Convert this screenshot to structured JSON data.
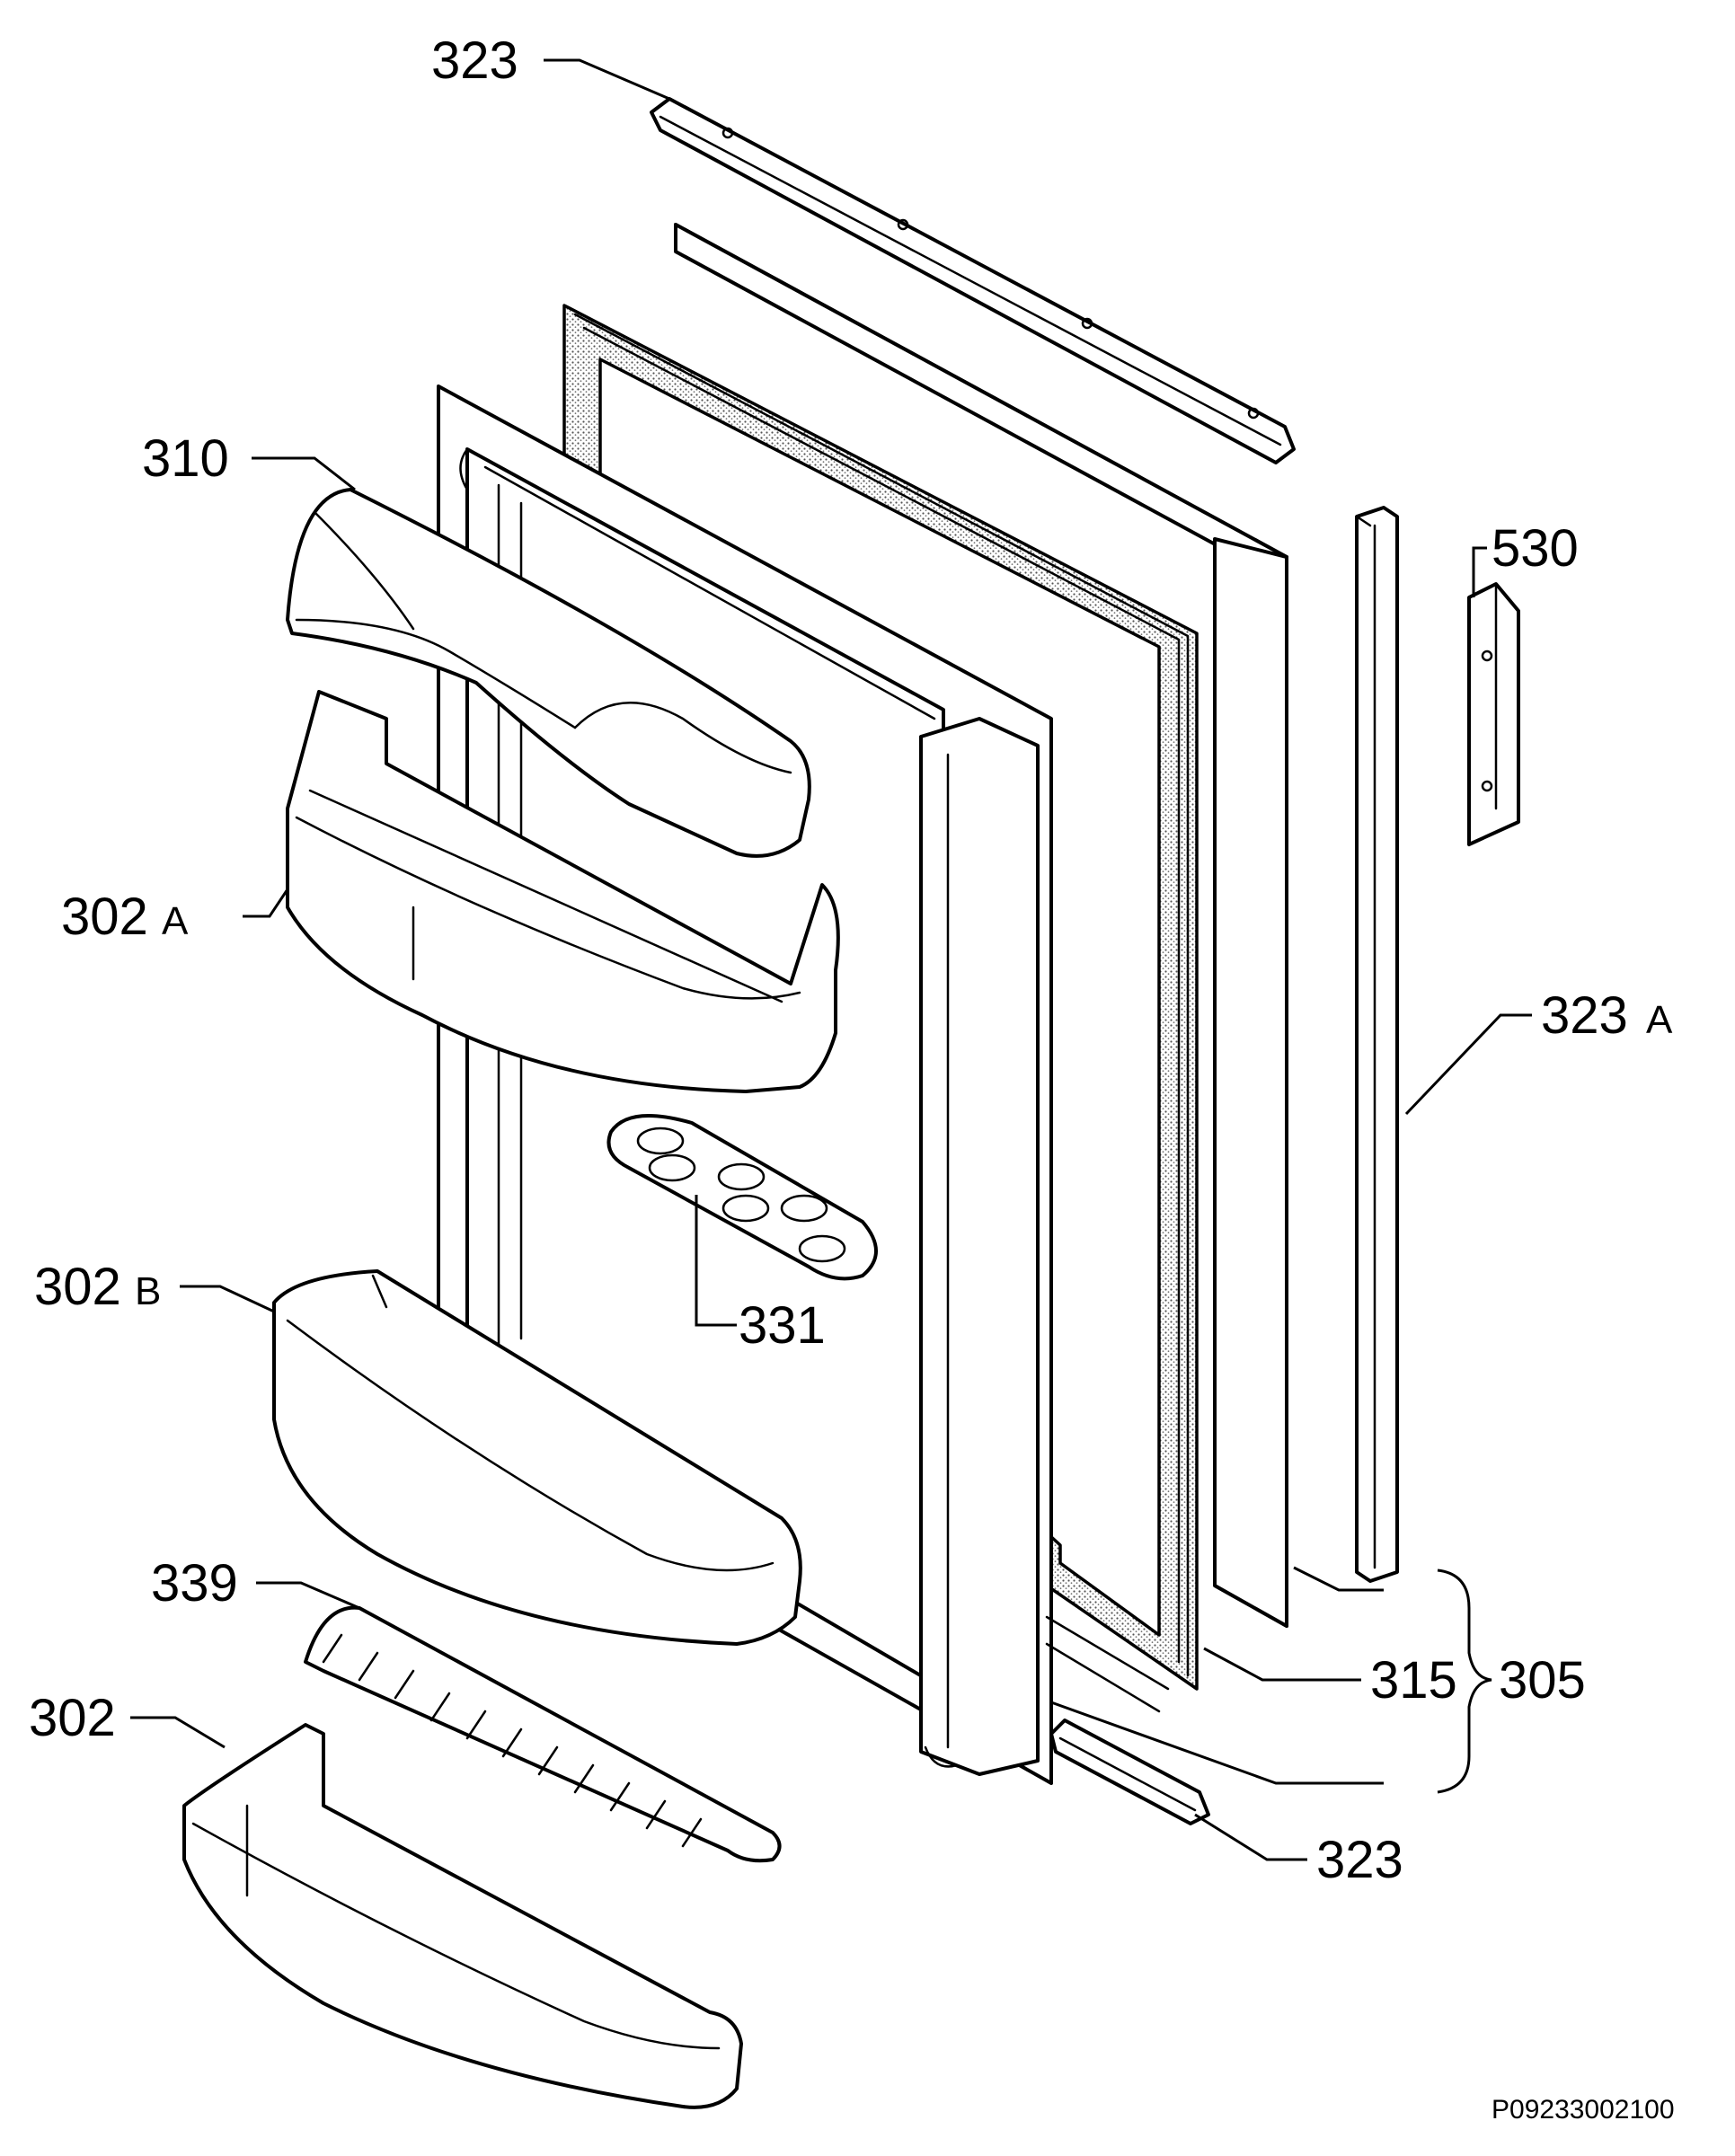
{
  "callouts": {
    "c323_top": "323",
    "c310": "310",
    "c530": "530",
    "c302a_num": "302",
    "c302a_suffix": "A",
    "c323a_num": "323",
    "c323a_suffix": "A",
    "c302b_num": "302",
    "c302b_suffix": "B",
    "c331": "331",
    "c339": "339",
    "c315": "315",
    "c305": "305",
    "c302": "302",
    "c323_bottom": "323"
  },
  "drawing_id": "P09233002100"
}
